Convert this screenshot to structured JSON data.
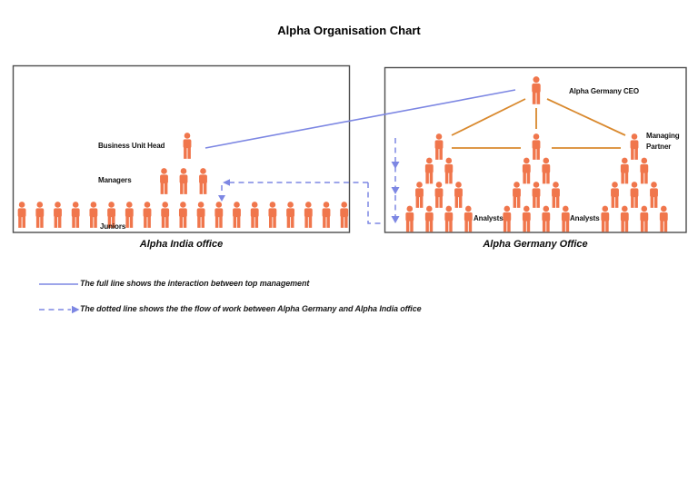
{
  "title": "Alpha Organisation Chart",
  "colors": {
    "person_orange": "#F0764C",
    "connector_orange": "#D9892E",
    "line_blue": "#7D87E3",
    "box_border": "#4d4d4d",
    "text_dark": "#111111"
  },
  "india_office": {
    "caption": "Alpha India office",
    "levels": [
      {
        "label": "Business Unit Head",
        "count": 1
      },
      {
        "label": "Managers",
        "count": 3
      },
      {
        "label": "Juniors",
        "count": 19
      }
    ]
  },
  "germany_office": {
    "caption": "Alpha Germany Office",
    "ceo": {
      "label": "Alpha Germany CEO",
      "count": 1
    },
    "managing_partner_label": "Managing Partner",
    "pyramids": [
      {
        "label": "Analysts",
        "rows": [
          1,
          2,
          3,
          4
        ]
      },
      {
        "label": "Analysts",
        "rows": [
          1,
          2,
          3,
          4
        ]
      },
      {
        "label": "",
        "rows": [
          1,
          2,
          3,
          4
        ]
      }
    ]
  },
  "legend": {
    "full_line_text": "The full line shows the interaction between top management",
    "dotted_line_text": "The dotted line shows the the flow of work between Alpha Germany and Alpha India office"
  }
}
